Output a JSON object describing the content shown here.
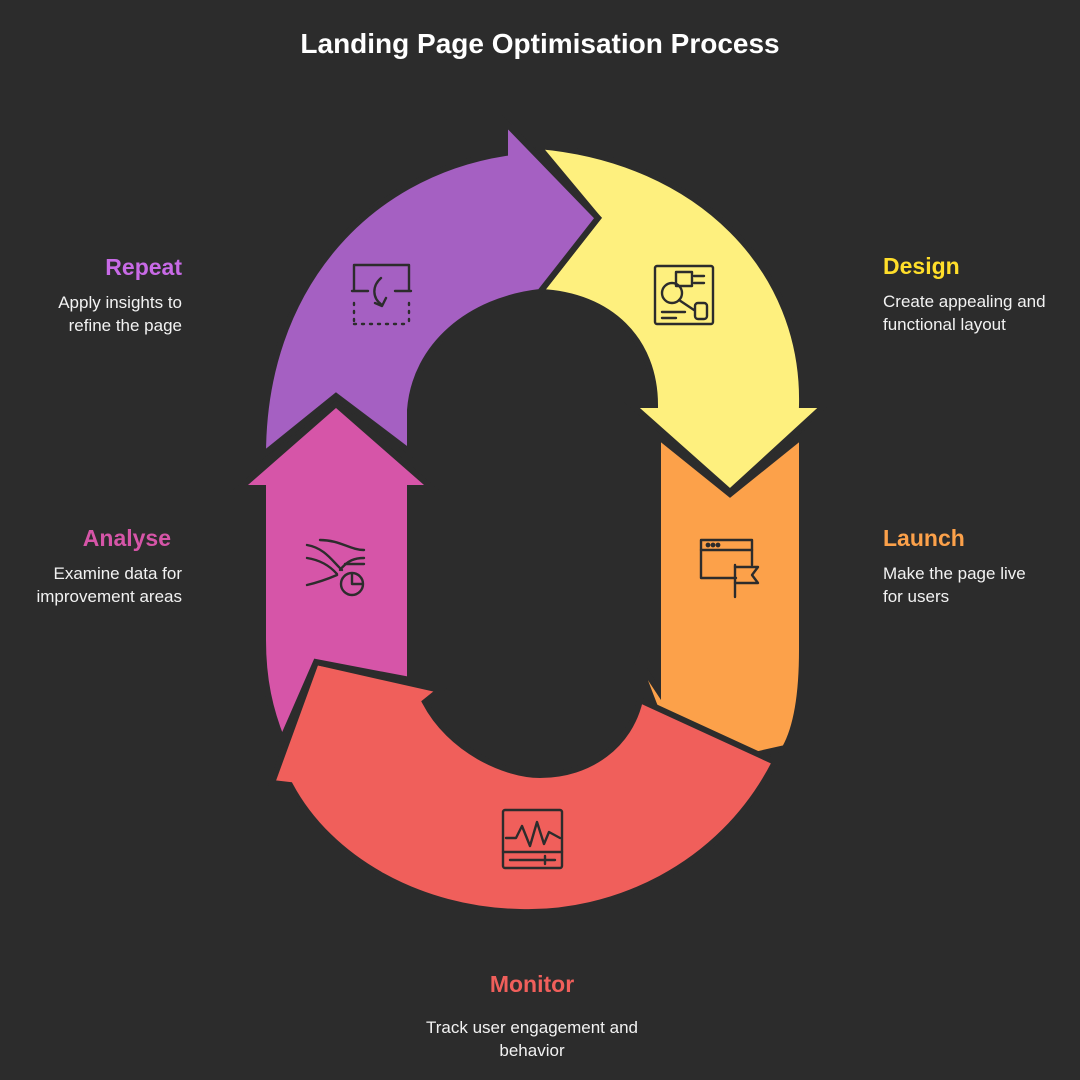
{
  "title": "Landing Page Optimisation Process",
  "colors": {
    "background": "#2c2c2c",
    "design": "#fef07e",
    "launch": "#fca14a",
    "monitor": "#f05f5b",
    "analyse": "#d655a8",
    "repeat": "#a560c2",
    "icon_stroke": "#2c2c2c"
  },
  "steps": [
    {
      "id": "design",
      "name": "Design",
      "description_lines": [
        "Create appealing and",
        "functional layout"
      ],
      "color": "#fef07e",
      "title_color": "#ffde2a",
      "icon": "layout-design-icon"
    },
    {
      "id": "launch",
      "name": "Launch",
      "description_lines": [
        "Make the page live",
        "for users"
      ],
      "color": "#fca14a",
      "title_color": "#fca14a",
      "icon": "browser-flag-icon"
    },
    {
      "id": "monitor",
      "name": "Monitor",
      "description_lines": [
        "Track user engagement and",
        "behavior"
      ],
      "color": "#f05f5b",
      "title_color": "#f05f5b",
      "icon": "monitor-pulse-icon"
    },
    {
      "id": "analyse",
      "name": "Analyse",
      "description_lines": [
        "Examine data for",
        "improvement areas"
      ],
      "color": "#d655a8",
      "title_color": "#d655a8",
      "icon": "data-flow-chart-icon"
    },
    {
      "id": "repeat",
      "name": "Repeat",
      "description_lines": [
        "Apply insights to",
        "refine the page"
      ],
      "color": "#a560c2",
      "title_color": "#c86ae6",
      "icon": "refresh-crop-icon"
    }
  ]
}
